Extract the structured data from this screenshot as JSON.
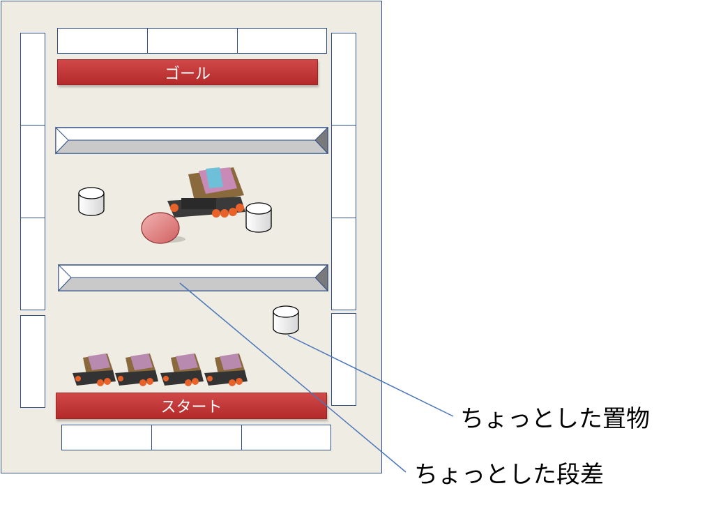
{
  "field": {
    "goal_label": "ゴール",
    "start_label": "スタート",
    "colors": {
      "border": "#2f4f86",
      "floor": "#efece3",
      "banner": "#c43b3b",
      "ramp": "#c9c9c9"
    }
  },
  "callouts": {
    "object_label": "ちょっとした置物",
    "step_label": "ちょっとした段差"
  },
  "icons": [
    "robot-icon",
    "ball-icon",
    "cylinder-icon"
  ]
}
